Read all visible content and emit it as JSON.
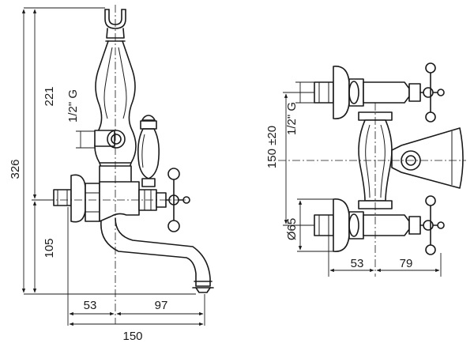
{
  "left_view": {
    "dim_total_height": "326",
    "dim_upper_height": "221",
    "dim_lower_height": "105",
    "thread_label": "1/2\" G",
    "dim_left_offset": "53",
    "dim_right_offset": "97",
    "dim_total_width": "150"
  },
  "right_view": {
    "dim_center_distance": "150 ±20",
    "thread_label": "1/2\" G",
    "dim_diameter": "Ø65",
    "dim_left_offset": "53",
    "dim_right_offset": "79"
  }
}
